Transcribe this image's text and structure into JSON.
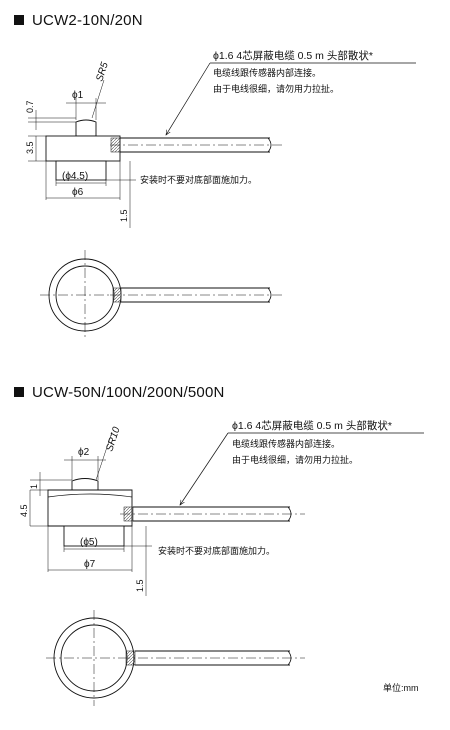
{
  "sections": [
    {
      "title": "UCW2-10N/20N",
      "cable_note": "ϕ1.6  4芯屏蔽电缆  0.5 m  头部散状*",
      "note_line1": "电缆线跟传感器内部连接。",
      "note_line2": "由于电线很细，请勿用力拉扯。",
      "install_note": "安装时不要对底部面施加力。",
      "dims": {
        "top_dia": "ϕ1",
        "sr": "SR5",
        "top_h": "0.7",
        "body_h": "3.5",
        "bottom_dia": "(ϕ4.5)",
        "body_dia": "ϕ6",
        "bottom_h": "1.5"
      }
    },
    {
      "title": "UCW-50N/100N/200N/500N",
      "cable_note": "ϕ1.6  4芯屏蔽电缆  0.5 m  头部散状*",
      "note_line1": "电缆线跟传感器内部连接。",
      "note_line2": "由于电线很细，请勿用力拉扯。",
      "install_note": "安装时不要对底部面施加力。",
      "dims": {
        "top_dia": "ϕ2",
        "sr": "SR10",
        "top_h": "1",
        "body_h": "4.5",
        "bottom_dia": "(ϕ5)",
        "body_dia": "ϕ7",
        "bottom_h": "1.5"
      }
    }
  ],
  "unit_label": "单位:mm"
}
